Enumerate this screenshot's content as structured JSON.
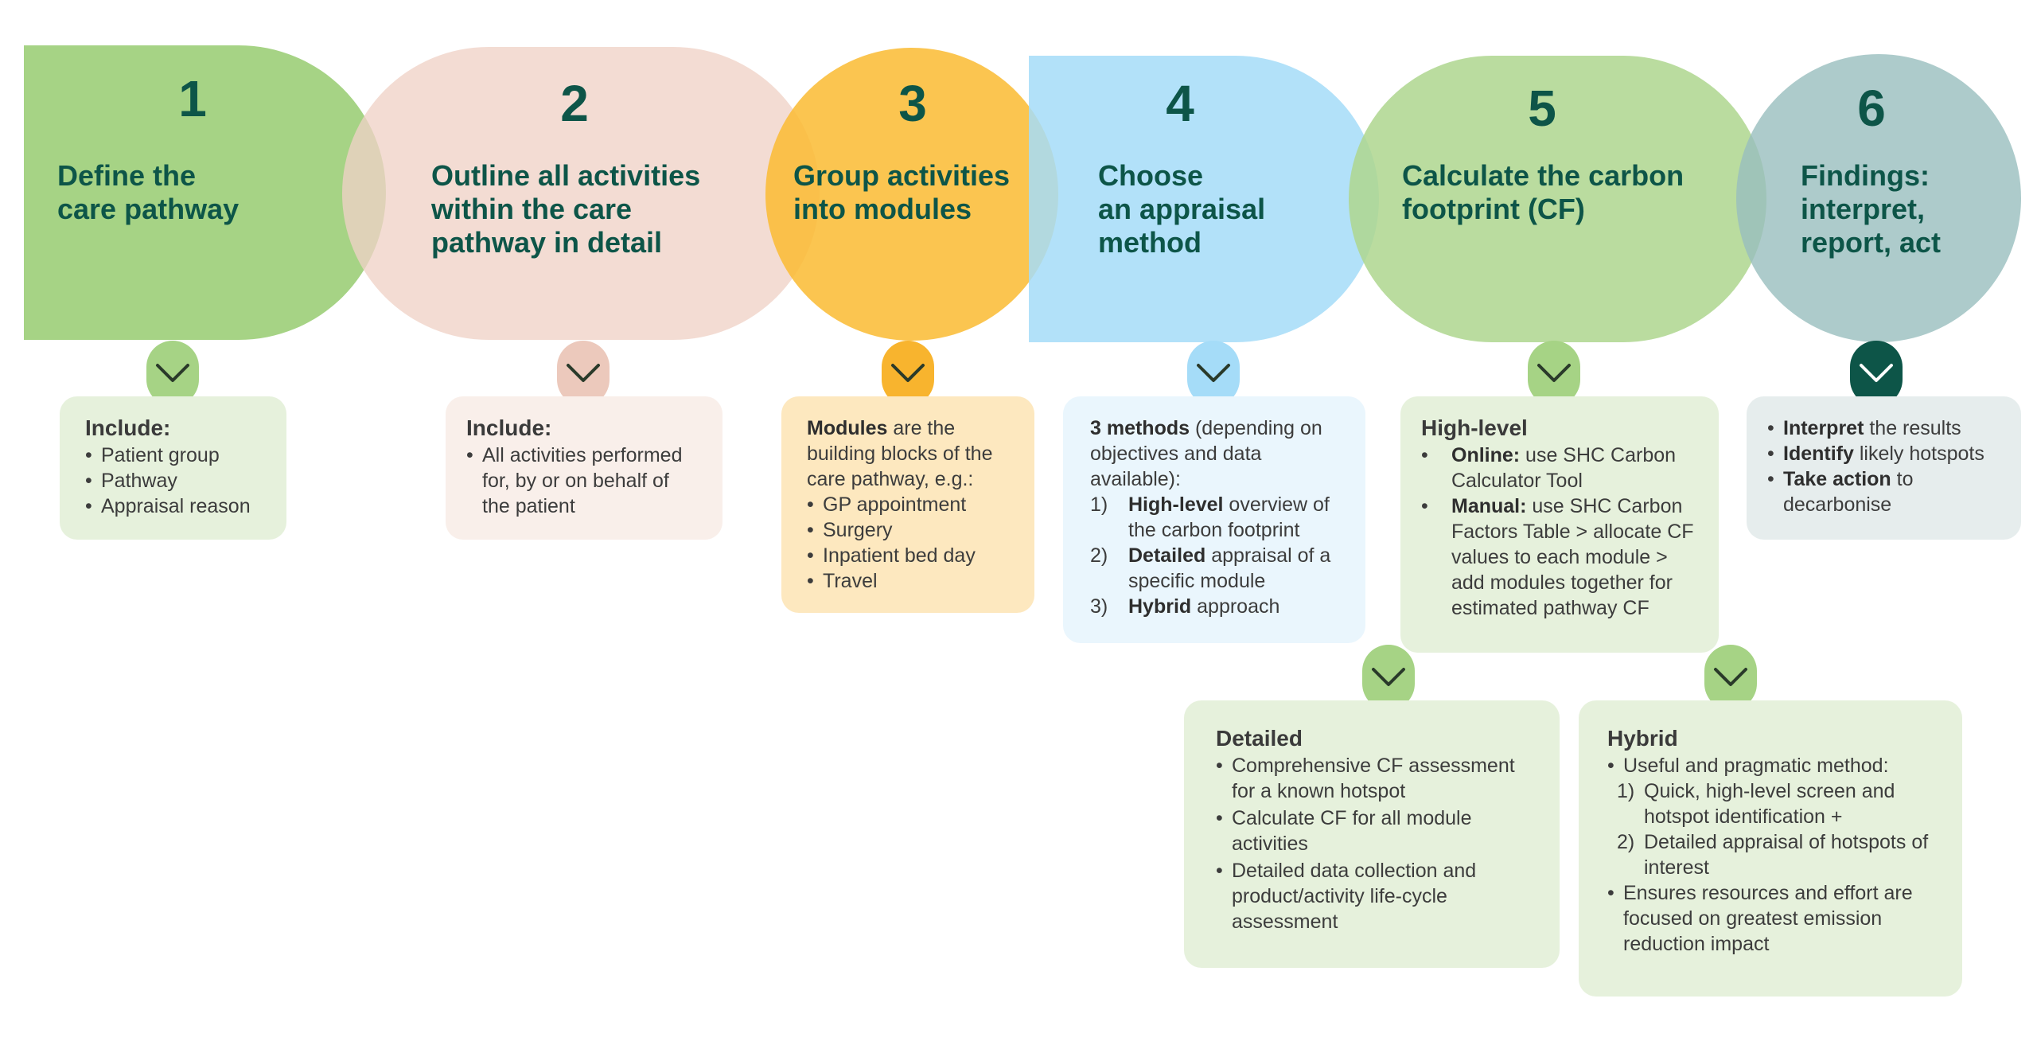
{
  "steps": [
    {
      "number": "1",
      "title": "Define the\ncare pathway",
      "color": "#a6d385"
    },
    {
      "number": "2",
      "title": "Outline all activities\nwithin the care\npathway in detail",
      "color": "#f0d2c6"
    },
    {
      "number": "3",
      "title": "Group activities\ninto modules",
      "color": "#fabb33"
    },
    {
      "number": "4",
      "title": "Choose\nan appraisal\nmethod",
      "color": "#a5dcf8"
    },
    {
      "number": "5",
      "title": "Calculate the carbon\nfootprint (CF)",
      "color": "#aed68e"
    },
    {
      "number": "6",
      "title": "Findings:\ninterpret,\nreport, act",
      "color": "#99bebe"
    }
  ],
  "boxes": {
    "b1": {
      "head": "Include:",
      "items": [
        "Patient group",
        "Pathway",
        "Appraisal reason"
      ]
    },
    "b2": {
      "head": "Include:",
      "items": [
        "All activities performed for, by or on behalf of the patient"
      ]
    },
    "b3": {
      "lead_bold": "Modules",
      "lead_rest": " are the building blocks of the care pathway, e.g.:",
      "items": [
        "GP appointment",
        "Surgery",
        "Inpatient bed day",
        "Travel"
      ]
    },
    "b4": {
      "lead_bold": "3 methods",
      "lead_rest": " (depending on objectives and data available):",
      "items": [
        {
          "marker": "1)",
          "bold": "High-level",
          "rest": " overview of the carbon footprint"
        },
        {
          "marker": "2)",
          "bold": "Detailed",
          "rest": " appraisal of a specific module"
        },
        {
          "marker": "3)",
          "bold": "Hybrid",
          "rest": " approach"
        }
      ]
    },
    "b5": {
      "head": "High-level",
      "items": [
        {
          "bold": "Online:",
          "rest": " use SHC Carbon Calculator Tool"
        },
        {
          "bold": "Manual:",
          "rest": " use SHC Carbon Factors Table > allocate CF values to each module > add modules together for estimated pathway CF"
        }
      ]
    },
    "b6": {
      "items": [
        {
          "bold": "Interpret",
          "rest": " the results"
        },
        {
          "bold": "Identify",
          "rest": " likely hotspots"
        },
        {
          "bold": "Take action",
          "rest": " to decarbonise"
        }
      ]
    },
    "b7": {
      "head": "Detailed",
      "items": [
        "Comprehensive CF assessment for a known hotspot",
        "Calculate CF for all module activities",
        "Detailed data collection and product/activity life-cycle assessment"
      ]
    },
    "b8": {
      "head": "Hybrid",
      "intro": "Useful and pragmatic method:",
      "subitems": [
        {
          "marker": "1)",
          "text": "Quick, high-level screen and hotspot identification +"
        },
        {
          "marker": "2)",
          "text": "Detailed appraisal of hotspots of interest"
        }
      ],
      "last": "Ensures resources and effort are focused on greatest emission reduction impact"
    }
  },
  "colors": {
    "title_text": "#0d5548",
    "chevron_dark": "#0d5548",
    "box1": "#e6f1dc",
    "box2": "#f9efea",
    "box3": "#fde8bf",
    "box4": "#eaf6fd",
    "box5": "#e6f1dc",
    "box6": "#e6eded",
    "box7": "#e6f1dc",
    "box8": "#e6f1dc"
  }
}
